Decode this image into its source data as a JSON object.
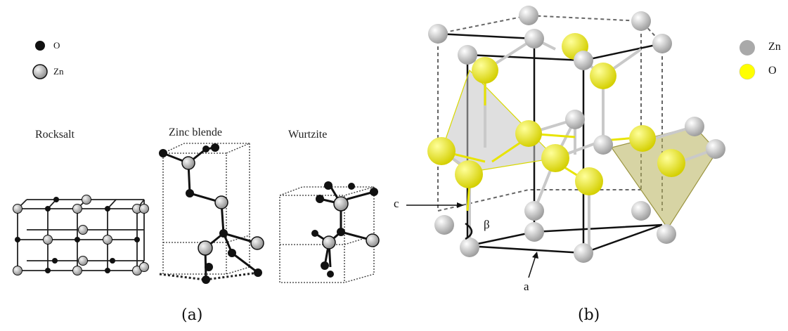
{
  "panel_a": {
    "caption": "(a)",
    "legend": [
      {
        "label": "O",
        "color": "#111111"
      },
      {
        "label": "Zn",
        "color": "#cfcfcf"
      }
    ],
    "structures": [
      "Rocksalt",
      "Zinc blende",
      "Wurtzite"
    ]
  },
  "panel_b": {
    "caption": "(b)",
    "legend": [
      {
        "label": "Zn",
        "color": "#a9a9a9"
      },
      {
        "label": "O",
        "color": "#ffff00"
      }
    ],
    "annotations": {
      "c": "c",
      "a": "a",
      "beta": "β"
    }
  },
  "colors": {
    "o_atom_a": "#111111",
    "zn_atom_a": "#d0d0d0",
    "zn_atom_b": "#d8d8d8",
    "o_atom_b": "#f2f000",
    "tetrahedron_gray": "#bdbdbd",
    "tetrahedron_olive": "#b7b15a"
  }
}
